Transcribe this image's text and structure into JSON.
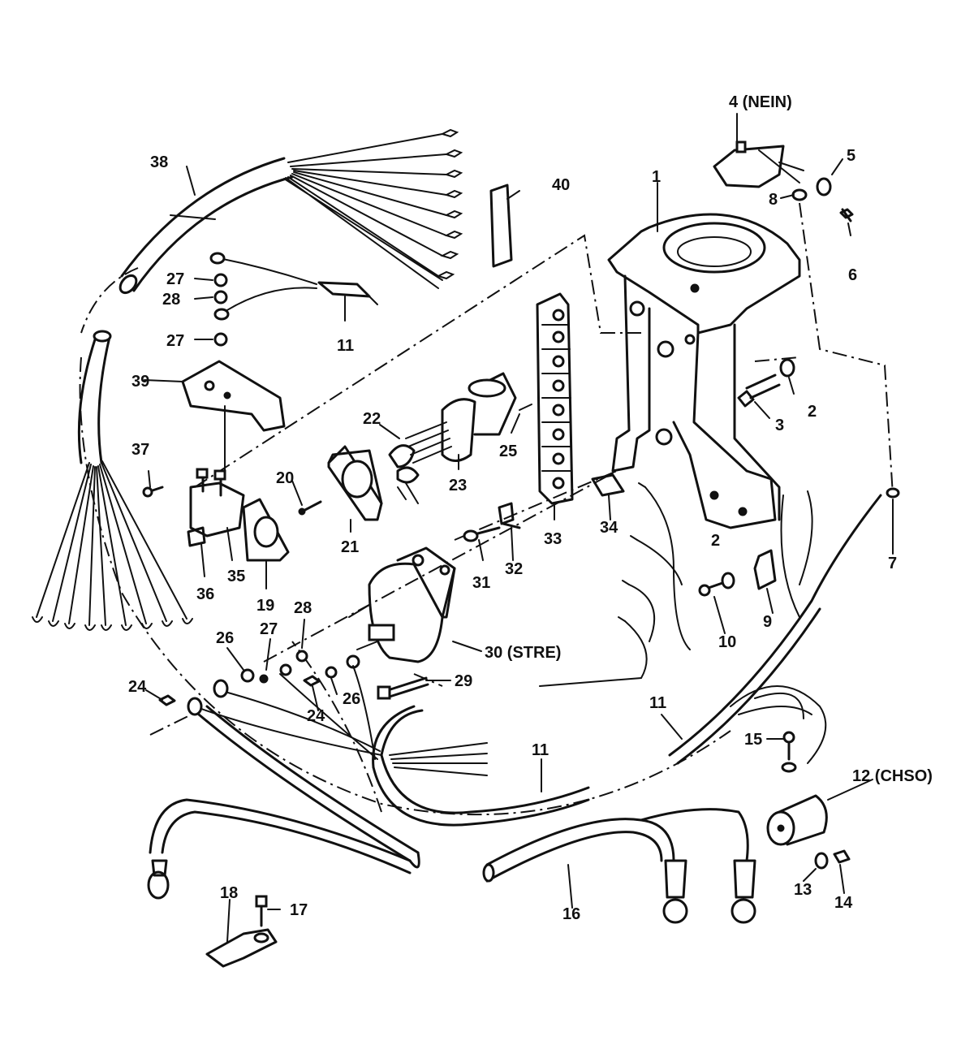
{
  "diagram": {
    "callouts": [
      {
        "id": "c1",
        "text": "1"
      },
      {
        "id": "c2a",
        "text": "2"
      },
      {
        "id": "c2b",
        "text": "2"
      },
      {
        "id": "c3",
        "text": "3"
      },
      {
        "id": "c4",
        "text": "4 (NEIN)"
      },
      {
        "id": "c5",
        "text": "5"
      },
      {
        "id": "c6",
        "text": "6"
      },
      {
        "id": "c7",
        "text": "7"
      },
      {
        "id": "c8",
        "text": "8"
      },
      {
        "id": "c9",
        "text": "9"
      },
      {
        "id": "c10",
        "text": "10"
      },
      {
        "id": "c11a",
        "text": "11"
      },
      {
        "id": "c11b",
        "text": "11"
      },
      {
        "id": "c11c",
        "text": "11"
      },
      {
        "id": "c12",
        "text": "12 (CHSO)"
      },
      {
        "id": "c13",
        "text": "13"
      },
      {
        "id": "c14",
        "text": "14"
      },
      {
        "id": "c15",
        "text": "15"
      },
      {
        "id": "c16",
        "text": "16"
      },
      {
        "id": "c17",
        "text": "17"
      },
      {
        "id": "c18",
        "text": "18"
      },
      {
        "id": "c19",
        "text": "19"
      },
      {
        "id": "c20",
        "text": "20"
      },
      {
        "id": "c21",
        "text": "21"
      },
      {
        "id": "c22",
        "text": "22"
      },
      {
        "id": "c23",
        "text": "23"
      },
      {
        "id": "c24a",
        "text": "24"
      },
      {
        "id": "c24b",
        "text": "24"
      },
      {
        "id": "c25",
        "text": "25"
      },
      {
        "id": "c26a",
        "text": "26"
      },
      {
        "id": "c26b",
        "text": "26"
      },
      {
        "id": "c27a",
        "text": "27"
      },
      {
        "id": "c27b",
        "text": "27"
      },
      {
        "id": "c27c",
        "text": "27"
      },
      {
        "id": "c28a",
        "text": "28"
      },
      {
        "id": "c28b",
        "text": "28"
      },
      {
        "id": "c29",
        "text": "29"
      },
      {
        "id": "c30",
        "text": "30 (STRE)"
      },
      {
        "id": "c31",
        "text": "31"
      },
      {
        "id": "c32",
        "text": "32"
      },
      {
        "id": "c33",
        "text": "33"
      },
      {
        "id": "c34",
        "text": "34"
      },
      {
        "id": "c35",
        "text": "35"
      },
      {
        "id": "c36",
        "text": "36"
      },
      {
        "id": "c37",
        "text": "37"
      },
      {
        "id": "c38",
        "text": "38"
      },
      {
        "id": "c39",
        "text": "39"
      },
      {
        "id": "c40",
        "text": "40"
      }
    ]
  }
}
